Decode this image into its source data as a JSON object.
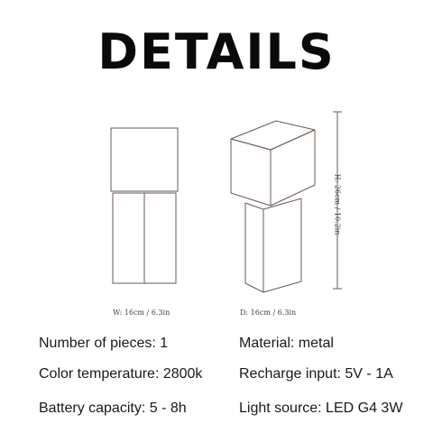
{
  "title": "DETAILS",
  "dimensions": {
    "width": "W: 16cm / 6.3in",
    "depth": "D: 16cm / 6.3in",
    "height": "H: 26cm / 10.2in"
  },
  "specs": {
    "left": [
      "Number of pieces: 1",
      "Color temperature: 2800k",
      "Battery capacity: 5 - 8h"
    ],
    "right": [
      "Material: metal",
      "Recharge input: 5V - 1A",
      "Light source: LED G4 3W"
    ]
  }
}
